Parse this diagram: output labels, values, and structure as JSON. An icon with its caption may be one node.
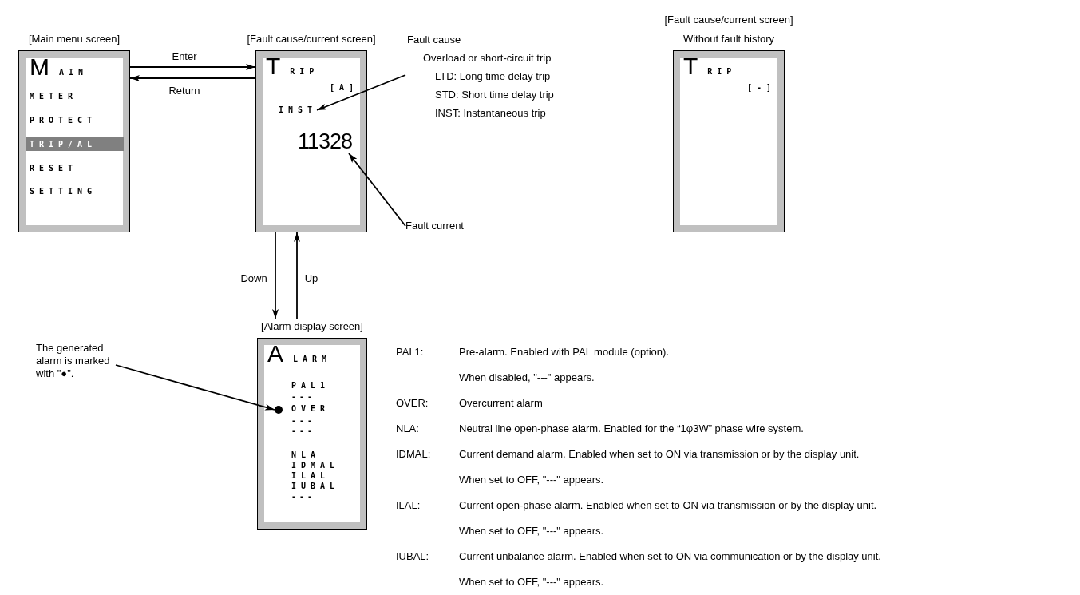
{
  "diagram": {
    "nodes": [
      {
        "text": [
          "[Main menu screen]",
          "MAIN",
          "METER",
          "PROTECT",
          "TRIP/AL",
          "RESET",
          "SETTING"
        ]
      },
      {
        "text": [
          "[Fault cause/current screen]",
          "TRIP",
          "[A]"
        ]
      },
      {
        "text": [
          "INST"
        ],
        "in": 1
      },
      {
        "text": [
          "11328"
        ],
        "in": 1
      },
      {
        "text": [
          "Fault cause",
          "Overload or short-circuit trip",
          "LTD: Long time delay trip",
          "STD: Short time delay trip",
          "INST: Instantaneous trip"
        ]
      },
      {
        "text": [
          "Fault current"
        ]
      },
      {
        "text": [
          "[Fault cause/current screen]",
          "Without fault history",
          "TRIP",
          "[-]"
        ]
      },
      {
        "text": [
          "[Alarm display screen]",
          "ALARM",
          "PAL1",
          "---",
          "OVER",
          "---",
          "---",
          "NLA",
          "IDMAL",
          "ILAL",
          "IUBAL",
          "---"
        ]
      },
      {
        "text": [
          "The generated alarm is marked with \"●\"."
        ]
      },
      {
        "text": [],
        "shape": "circle",
        "in": 7
      }
    ],
    "edges": [
      {
        "from": 0,
        "to": 1,
        "arrow": "to",
        "label": "Enter"
      },
      {
        "from": 1,
        "to": 0,
        "arrow": "to",
        "label": "Return"
      },
      {
        "from": 1,
        "to": 7,
        "arrow": "to",
        "label": "Down"
      },
      {
        "from": 7,
        "to": 1,
        "arrow": "to",
        "label": "Up"
      },
      {
        "from": 4,
        "to": 2,
        "arrow": "to"
      },
      {
        "from": 5,
        "to": 3,
        "arrow": "to"
      },
      {
        "from": 8,
        "to": 9,
        "arrow": "to"
      }
    ],
    "labels": [
      "PAL1:",
      "Pre-alarm. Enabled with PAL module (option).",
      "When disabled, \"---\" appears.",
      "OVER:",
      "Overcurrent alarm",
      "NLA:",
      "Neutral line open-phase alarm. Enabled for the “1φ3W” phase wire system.",
      "IDMAL:",
      "Current demand alarm. Enabled when set to ON via transmission or by the display unit.",
      "When set to OFF, \"---\" appears.",
      "ILAL:",
      "Current open-phase alarm. Enabled when set to ON via transmission or by the display unit.",
      "When set to OFF, \"---\" appears.",
      "IUBAL:",
      "Current unbalance alarm. Enabled when set to ON via communication or by the display unit.",
      "When set to OFF, \"---\" appears."
    ]
  }
}
